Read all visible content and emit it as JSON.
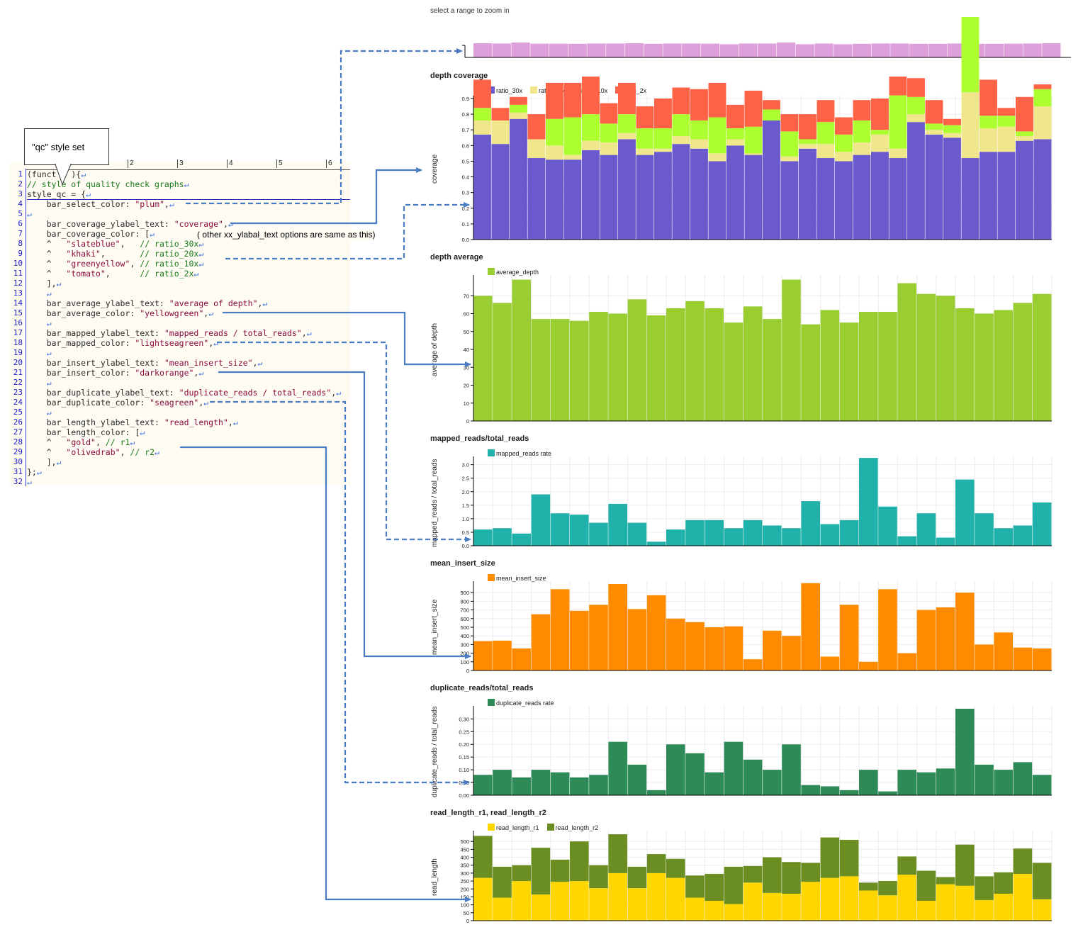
{
  "callout": "\"qc\" style set",
  "ruler_marks": [
    "2",
    "3",
    "4",
    "5",
    "6"
  ],
  "code_lines": [
    {
      "n": "1",
      "parts": [
        {
          "t": "(funct",
          "c": ""
        },
        {
          "t": "   ",
          "c": ""
        },
        {
          "t": "){",
          "c": ""
        },
        {
          "t": "↵",
          "c": "ret"
        }
      ]
    },
    {
      "n": "2",
      "parts": [
        {
          "t": "// style of quality check graphs",
          "c": "cmt"
        },
        {
          "t": "↵",
          "c": "ret"
        }
      ]
    },
    {
      "n": "3",
      "parts": [
        {
          "t": "style_qc = {",
          "c": ""
        },
        {
          "t": "↵",
          "c": "ret"
        }
      ]
    },
    {
      "n": "4",
      "parts": [
        {
          "t": "    bar_select_color: ",
          "c": ""
        },
        {
          "t": "\"plum\"",
          "c": "str"
        },
        {
          "t": ",",
          "c": ""
        },
        {
          "t": "↵",
          "c": "ret"
        }
      ]
    },
    {
      "n": "5",
      "parts": [
        {
          "t": "↵",
          "c": "ret"
        }
      ]
    },
    {
      "n": "6",
      "parts": [
        {
          "t": "    bar_coverage_ylabel_text: ",
          "c": ""
        },
        {
          "t": "\"coverage\"",
          "c": "str"
        },
        {
          "t": ",",
          "c": ""
        },
        {
          "t": "↵",
          "c": "ret"
        }
      ]
    },
    {
      "n": "7",
      "parts": [
        {
          "t": "    bar_coverage_color: [",
          "c": ""
        },
        {
          "t": "↵",
          "c": "ret"
        }
      ]
    },
    {
      "n": "8",
      "parts": [
        {
          "t": "    ^   ",
          "c": ""
        },
        {
          "t": "\"slateblue\"",
          "c": "str"
        },
        {
          "t": ",   ",
          "c": ""
        },
        {
          "t": "// ratio_30x",
          "c": "cmt"
        },
        {
          "t": "↵",
          "c": "ret"
        }
      ]
    },
    {
      "n": "9",
      "parts": [
        {
          "t": "    ^   ",
          "c": ""
        },
        {
          "t": "\"khaki\"",
          "c": "str"
        },
        {
          "t": ",       ",
          "c": ""
        },
        {
          "t": "// ratio_20x",
          "c": "cmt"
        },
        {
          "t": "↵",
          "c": "ret"
        }
      ]
    },
    {
      "n": "10",
      "parts": [
        {
          "t": "    ^   ",
          "c": ""
        },
        {
          "t": "\"greenyellow\"",
          "c": "str"
        },
        {
          "t": ", ",
          "c": ""
        },
        {
          "t": "// ratio_10x",
          "c": "cmt"
        },
        {
          "t": "↵",
          "c": "ret"
        }
      ]
    },
    {
      "n": "11",
      "parts": [
        {
          "t": "    ^   ",
          "c": ""
        },
        {
          "t": "\"tomato\"",
          "c": "str"
        },
        {
          "t": ",      ",
          "c": ""
        },
        {
          "t": "// ratio_2x",
          "c": "cmt"
        },
        {
          "t": "↵",
          "c": "ret"
        }
      ]
    },
    {
      "n": "12",
      "parts": [
        {
          "t": "    ],",
          "c": ""
        },
        {
          "t": "↵",
          "c": "ret"
        }
      ]
    },
    {
      "n": "13",
      "parts": [
        {
          "t": "    ",
          "c": ""
        },
        {
          "t": "↵",
          "c": "ret"
        }
      ]
    },
    {
      "n": "14",
      "parts": [
        {
          "t": "    bar_average_ylabel_text: ",
          "c": ""
        },
        {
          "t": "\"average of depth\"",
          "c": "str"
        },
        {
          "t": ",",
          "c": ""
        },
        {
          "t": "↵",
          "c": "ret"
        }
      ]
    },
    {
      "n": "15",
      "parts": [
        {
          "t": "    bar_average_color: ",
          "c": ""
        },
        {
          "t": "\"yellowgreen\"",
          "c": "str"
        },
        {
          "t": ",",
          "c": ""
        },
        {
          "t": "↵",
          "c": "ret"
        }
      ]
    },
    {
      "n": "16",
      "parts": [
        {
          "t": "    ",
          "c": ""
        },
        {
          "t": "↵",
          "c": "ret"
        }
      ]
    },
    {
      "n": "17",
      "parts": [
        {
          "t": "    bar_mapped_ylabel_text: ",
          "c": ""
        },
        {
          "t": "\"mapped_reads / total_reads\"",
          "c": "str"
        },
        {
          "t": ",",
          "c": ""
        },
        {
          "t": "↵",
          "c": "ret"
        }
      ]
    },
    {
      "n": "18",
      "parts": [
        {
          "t": "    bar_mapped_color: ",
          "c": ""
        },
        {
          "t": "\"lightseagreen\"",
          "c": "str"
        },
        {
          "t": ",",
          "c": ""
        },
        {
          "t": "↵",
          "c": "ret"
        }
      ]
    },
    {
      "n": "19",
      "parts": [
        {
          "t": "    ",
          "c": ""
        },
        {
          "t": "↵",
          "c": "ret"
        }
      ]
    },
    {
      "n": "20",
      "parts": [
        {
          "t": "    bar_insert_ylabel_text: ",
          "c": ""
        },
        {
          "t": "\"mean_insert_size\"",
          "c": "str"
        },
        {
          "t": ",",
          "c": ""
        },
        {
          "t": "↵",
          "c": "ret"
        }
      ]
    },
    {
      "n": "21",
      "parts": [
        {
          "t": "    bar_insert_color: ",
          "c": ""
        },
        {
          "t": "\"darkorange\"",
          "c": "str"
        },
        {
          "t": ",",
          "c": ""
        },
        {
          "t": "↵",
          "c": "ret"
        }
      ]
    },
    {
      "n": "22",
      "parts": [
        {
          "t": "    ",
          "c": ""
        },
        {
          "t": "↵",
          "c": "ret"
        }
      ]
    },
    {
      "n": "23",
      "parts": [
        {
          "t": "    bar_duplicate_ylabel_text: ",
          "c": ""
        },
        {
          "t": "\"duplicate_reads / total_reads\"",
          "c": "str"
        },
        {
          "t": ",",
          "c": ""
        },
        {
          "t": "↵",
          "c": "ret"
        }
      ]
    },
    {
      "n": "24",
      "parts": [
        {
          "t": "    bar_duplicate_color: ",
          "c": ""
        },
        {
          "t": "\"seagreen\"",
          "c": "str"
        },
        {
          "t": ",",
          "c": ""
        },
        {
          "t": "↵",
          "c": "ret"
        }
      ]
    },
    {
      "n": "25",
      "parts": [
        {
          "t": "    ",
          "c": ""
        },
        {
          "t": "↵",
          "c": "ret"
        }
      ]
    },
    {
      "n": "26",
      "parts": [
        {
          "t": "    bar_length_ylabel_text: ",
          "c": ""
        },
        {
          "t": "\"read_length\"",
          "c": "str"
        },
        {
          "t": ",",
          "c": ""
        },
        {
          "t": "↵",
          "c": "ret"
        }
      ]
    },
    {
      "n": "27",
      "parts": [
        {
          "t": "    bar_length_color: [",
          "c": ""
        },
        {
          "t": "↵",
          "c": "ret"
        }
      ]
    },
    {
      "n": "28",
      "parts": [
        {
          "t": "    ^   ",
          "c": ""
        },
        {
          "t": "\"gold\"",
          "c": "str"
        },
        {
          "t": ", ",
          "c": ""
        },
        {
          "t": "// r1",
          "c": "cmt"
        },
        {
          "t": "↵",
          "c": "ret"
        }
      ]
    },
    {
      "n": "29",
      "parts": [
        {
          "t": "    ^   ",
          "c": ""
        },
        {
          "t": "\"olivedrab\"",
          "c": "str"
        },
        {
          "t": ", ",
          "c": ""
        },
        {
          "t": "// r2",
          "c": "cmt"
        },
        {
          "t": "↵",
          "c": "ret"
        }
      ]
    },
    {
      "n": "30",
      "parts": [
        {
          "t": "    ],",
          "c": ""
        },
        {
          "t": "↵",
          "c": "ret"
        }
      ]
    },
    {
      "n": "31",
      "parts": [
        {
          "t": "};",
          "c": ""
        },
        {
          "t": "↵",
          "c": "ret"
        }
      ]
    },
    {
      "n": "32",
      "parts": [
        {
          "t": "↵",
          "c": "ret"
        }
      ]
    }
  ],
  "hint": "( other xx_ylabal_text options are same as this)",
  "zoom_hint": "select a range to zoom in",
  "colors": {
    "code_bg": "#fdfbf2",
    "arrow": "#4a7cc4",
    "grid": "#ececec",
    "plum": "#dda0dd",
    "slateblue": "#6a5acd",
    "khaki": "#f0e68c",
    "greenyellow": "#adff2f",
    "tomato": "#ff6347",
    "yellowgreen": "#9acd32",
    "lightseagreen": "#20b2aa",
    "darkorange": "#ff8c00",
    "seagreen": "#2e8b57",
    "gold": "#ffd700",
    "olivedrab": "#6b8e23"
  },
  "chart_data": [
    {
      "type": "bar",
      "id": "select",
      "title": "",
      "ylabel": "",
      "color": "plum",
      "values": [
        1.0,
        0.98,
        1.05,
        0.97,
        0.97,
        0.96,
        0.98,
        0.98,
        1.0,
        0.96,
        0.98,
        0.98,
        0.97,
        0.93,
        0.98,
        0.98,
        1.05,
        0.93,
        0.98,
        0.93,
        0.96,
        0.98,
        0.98,
        0.96,
        0.96,
        0.98,
        0.96,
        0.96,
        0.97,
        0.98,
        1.0
      ]
    },
    {
      "type": "bar",
      "stacked": true,
      "id": "coverage",
      "title": "depth coverage",
      "ylabel": "coverage",
      "ylim": [
        0,
        0.9
      ],
      "yticks": [
        "0.0",
        "0.1",
        "0.2",
        "0.3",
        "0.4",
        "0.5",
        "0.6",
        "0.7",
        "0.8",
        "0.9"
      ],
      "series": [
        {
          "name": "ratio_30x",
          "color": "slateblue",
          "values": [
            0.67,
            0.61,
            0.77,
            0.52,
            0.51,
            0.51,
            0.57,
            0.54,
            0.64,
            0.54,
            0.56,
            0.61,
            0.58,
            0.5,
            0.6,
            0.54,
            0.76,
            0.5,
            0.58,
            0.52,
            0.5,
            0.54,
            0.56,
            0.52,
            0.75,
            0.67,
            0.65,
            0.52,
            0.56,
            0.56,
            0.63,
            0.64
          ]
        },
        {
          "name": "ratio_20x",
          "color": "khaki",
          "values": [
            0.09,
            0.15,
            0.04,
            0.12,
            0.09,
            0.03,
            0.06,
            0.08,
            0.04,
            0.04,
            0.02,
            0.05,
            0.06,
            0.05,
            0.04,
            0.01,
            0.0,
            0.03,
            0.03,
            0.09,
            0.06,
            0.08,
            0.11,
            0.06,
            0.05,
            0.03,
            0.03,
            0.42,
            0.15,
            0.16,
            0.03,
            0.21
          ]
        },
        {
          "name": "ratio_10x",
          "color": "greenyellow",
          "values": [
            0.08,
            0.0,
            0.05,
            0.0,
            0.17,
            0.24,
            0.17,
            0.12,
            0.12,
            0.13,
            0.13,
            0.14,
            0.12,
            0.23,
            0.07,
            0.17,
            0.07,
            0.16,
            0.03,
            0.14,
            0.11,
            0.14,
            0.03,
            0.34,
            0.11,
            0.04,
            0.05,
            0.48,
            0.08,
            0.07,
            0.03,
            0.11
          ]
        },
        {
          "name": "ratio_2x",
          "color": "tomato",
          "values": [
            0.18,
            0.08,
            0.05,
            0.16,
            0.23,
            0.22,
            0.24,
            0.13,
            0.2,
            0.14,
            0.19,
            0.17,
            0.2,
            0.22,
            0.15,
            0.23,
            0.06,
            0.11,
            0.16,
            0.14,
            0.11,
            0.13,
            0.2,
            0.12,
            0.12,
            0.15,
            0.04,
            0.0,
            0.23,
            0.05,
            0.22,
            0.03
          ]
        }
      ]
    },
    {
      "type": "bar",
      "id": "average",
      "title": "depth average",
      "ylabel": "average of depth",
      "ylim": [
        0,
        80
      ],
      "yticks": [
        "0",
        "10",
        "20",
        "30",
        "40",
        "50",
        "60",
        "70"
      ],
      "series": [
        {
          "name": "average_depth",
          "color": "yellowgreen",
          "values": [
            70,
            66,
            79,
            57,
            57,
            56,
            61,
            60,
            68,
            59,
            63,
            67,
            63,
            55,
            64,
            57,
            79,
            54,
            62,
            55,
            61,
            61,
            77,
            71,
            70,
            63,
            60,
            62,
            66,
            71
          ]
        }
      ]
    },
    {
      "type": "bar",
      "id": "mapped",
      "title": "mapped_reads/total_reads",
      "ylabel": "mapped_reads / total_reads",
      "ylim": [
        0,
        3.2
      ],
      "yticks": [
        "0.0",
        "0.5",
        "1.0",
        "1.5",
        "2.0",
        "2.5",
        "3.0"
      ],
      "series": [
        {
          "name": "mapped_reads rate",
          "color": "lightseagreen",
          "values": [
            0.6,
            0.65,
            0.45,
            1.9,
            1.2,
            1.15,
            0.85,
            1.55,
            0.85,
            0.15,
            0.6,
            0.95,
            0.95,
            0.65,
            0.95,
            0.75,
            0.65,
            1.65,
            0.8,
            0.95,
            3.25,
            1.45,
            0.35,
            1.2,
            0.3,
            2.45,
            1.2,
            0.65,
            0.75,
            1.6
          ]
        }
      ]
    },
    {
      "type": "bar",
      "id": "insert",
      "title": "mean_insert_size",
      "ylabel": "mean_insert_size",
      "ylim": [
        0,
        1000
      ],
      "yticks": [
        "0",
        "100",
        "200",
        "300",
        "400",
        "500",
        "600",
        "700",
        "800",
        "900"
      ],
      "series": [
        {
          "name": "mean_insert_size",
          "color": "darkorange",
          "values": [
            340,
            345,
            255,
            650,
            940,
            690,
            760,
            1000,
            710,
            870,
            600,
            560,
            500,
            510,
            130,
            460,
            400,
            1010,
            160,
            760,
            100,
            940,
            200,
            700,
            730,
            900,
            300,
            440,
            265,
            255
          ]
        }
      ]
    },
    {
      "type": "bar",
      "id": "duplicate",
      "title": "duplicate_reads/total_reads",
      "ylabel": "duplicate_reads / total_reads",
      "ylim": [
        0,
        0.34
      ],
      "yticks": [
        "0.00",
        "0.05",
        "0.10",
        "0.15",
        "0.20",
        "0.25",
        "0.30"
      ],
      "series": [
        {
          "name": "duplicate_reads rate",
          "color": "seagreen",
          "values": [
            0.08,
            0.1,
            0.07,
            0.1,
            0.09,
            0.07,
            0.08,
            0.21,
            0.12,
            0.02,
            0.2,
            0.165,
            0.09,
            0.21,
            0.14,
            0.1,
            0.2,
            0.04,
            0.035,
            0.02,
            0.1,
            0.015,
            0.1,
            0.09,
            0.105,
            0.34,
            0.12,
            0.1,
            0.13,
            0.08
          ]
        }
      ]
    },
    {
      "type": "bar",
      "stacked": true,
      "id": "length",
      "title": "read_length_r1, read_length_r2",
      "ylabel": "read_length",
      "ylim": [
        0,
        550
      ],
      "yticks": [
        "0",
        "50",
        "100",
        "150",
        "200",
        "250",
        "300",
        "350",
        "400",
        "450",
        "500"
      ],
      "series": [
        {
          "name": "read_length_r1",
          "color": "gold",
          "values": [
            270,
            145,
            250,
            165,
            245,
            250,
            205,
            300,
            205,
            300,
            270,
            145,
            125,
            105,
            240,
            175,
            170,
            245,
            270,
            280,
            190,
            160,
            290,
            125,
            230,
            220,
            130,
            170,
            295,
            135
          ]
        },
        {
          "name": "read_length_r2",
          "color": "olivedrab",
          "values": [
            265,
            195,
            100,
            295,
            140,
            250,
            145,
            245,
            135,
            120,
            120,
            140,
            170,
            235,
            105,
            225,
            200,
            120,
            255,
            230,
            50,
            90,
            115,
            190,
            45,
            260,
            150,
            135,
            160,
            230
          ]
        }
      ]
    }
  ]
}
